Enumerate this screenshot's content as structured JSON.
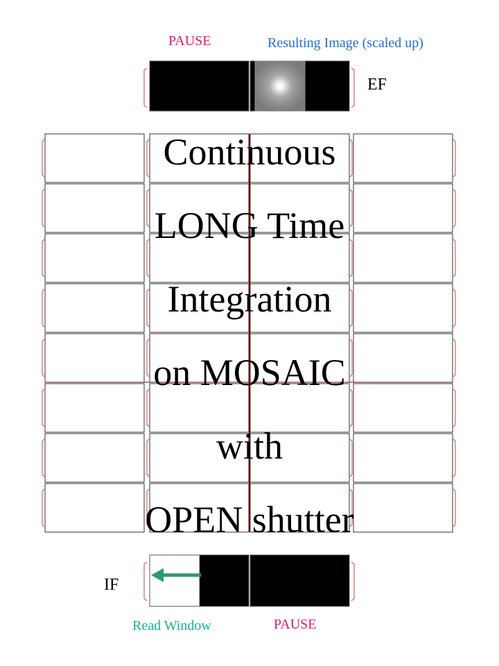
{
  "labels": {
    "pause_top": "PAUSE",
    "resulting_image": "Resulting Image (scaled up)",
    "ef": "EF",
    "if": "IF",
    "read_window": "Read Window",
    "pause_bottom": "PAUSE"
  },
  "title_lines": [
    "Continuous",
    "LONG Time",
    "Integration",
    "on MOSAIC",
    "with",
    "OPEN shutter"
  ],
  "colors": {
    "pause": "#e0186c",
    "resulting_image": "#1e6fd8",
    "read_window": "#14b48c",
    "arrow": "#2e9a6a",
    "chip_edge": "#d04040",
    "divider": "#6a0000"
  }
}
